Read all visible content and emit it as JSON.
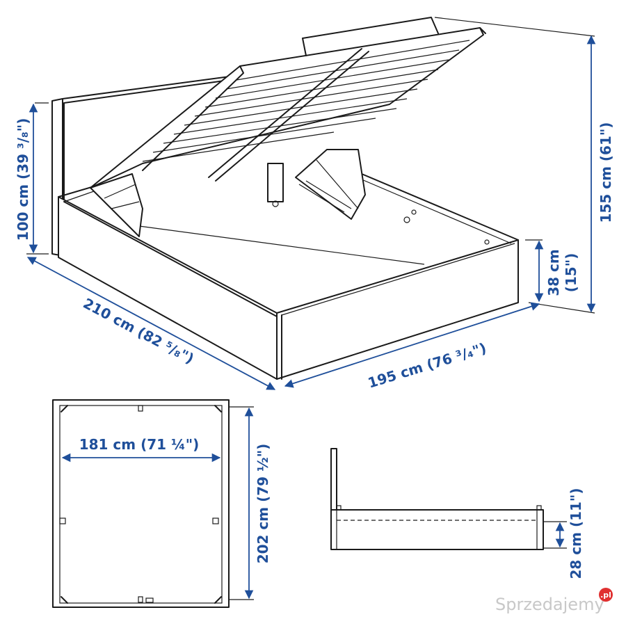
{
  "dimensions": {
    "headboard_height": "100 cm (39 ³/₈\")",
    "total_height": "155 cm (61\")",
    "frame_length": "210 cm (82 ⁵/₈\")",
    "frame_width": "195 cm (76 ³/₄\")",
    "frame_height_cm": "38 cm",
    "frame_height_in": "(15\")",
    "inner_width": "181 cm (71 ¼\")",
    "inner_length": "202 cm (79 ½\")",
    "inner_depth": "28 cm (11\")"
  },
  "watermark": {
    "text": "Sprzedajemy",
    "suffix": ".pl",
    "accent_color": "#e03030"
  },
  "colors": {
    "dimension": "#1f4f9a",
    "line": "#1a1a1a"
  }
}
